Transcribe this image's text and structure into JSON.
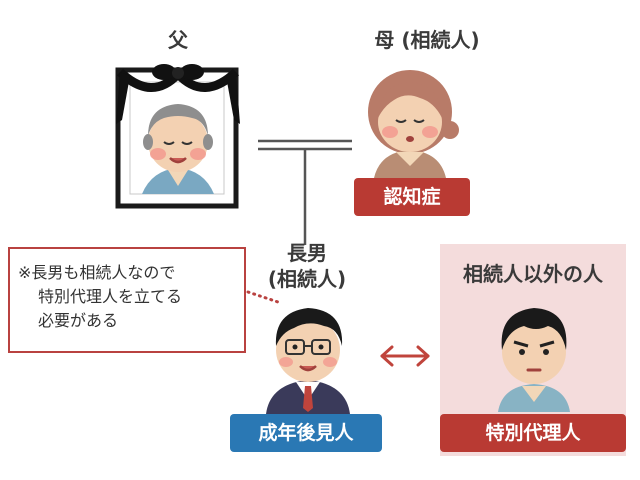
{
  "father": {
    "label": "父"
  },
  "mother": {
    "label": "母 (相続人)",
    "badge": "認知症"
  },
  "son": {
    "label_line1": "長男",
    "label_line2": "(相続人)",
    "badge": "成年後見人"
  },
  "note": {
    "line1": "※長男も相続人なので",
    "line2": "特別代理人を立てる",
    "line3": "必要がある"
  },
  "other": {
    "label": "相続人以外の人",
    "badge": "特別代理人"
  },
  "colors": {
    "badge_red": "#b93a33",
    "badge_blue": "#2a78b4",
    "panel_pink": "#f4dcdc",
    "note_border": "#b94240"
  }
}
